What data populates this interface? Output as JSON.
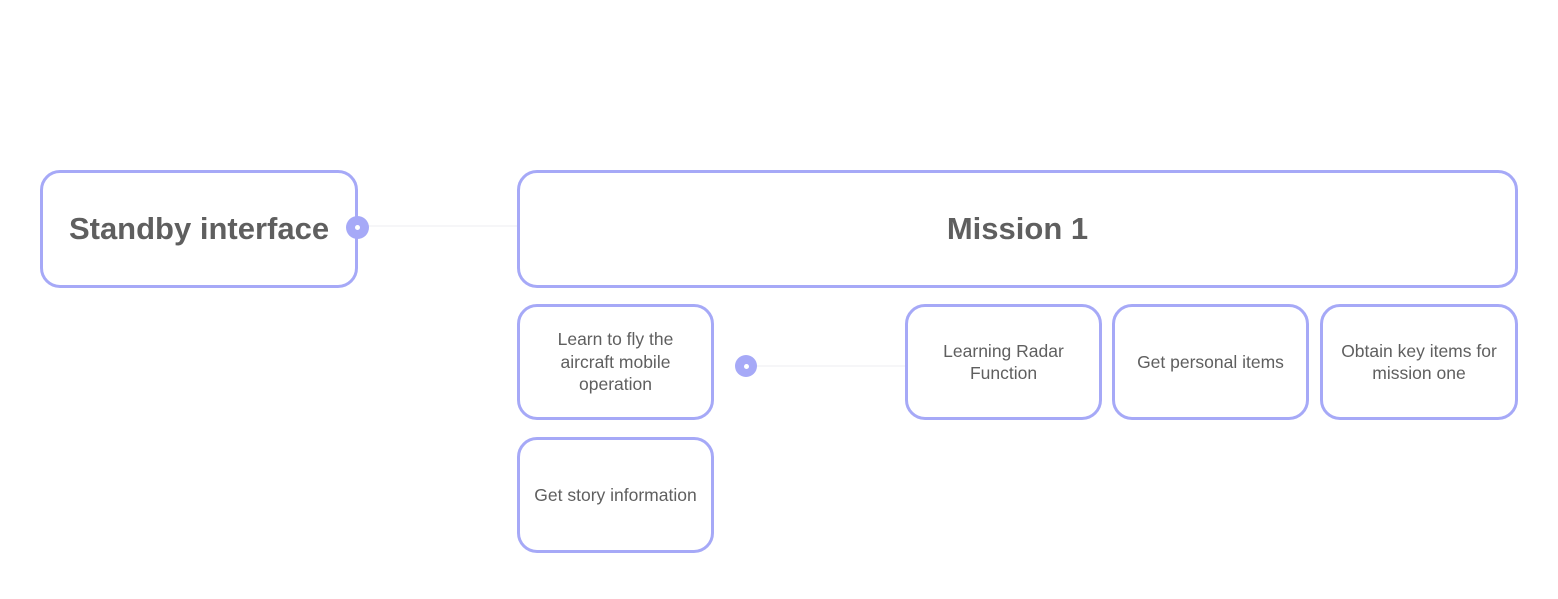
{
  "diagram": {
    "accent_color": "#a6a9f7",
    "text_color": "#5f5f5f",
    "nodes": {
      "standby": {
        "label": "Standby interface"
      },
      "mission": {
        "label": "Mission 1"
      },
      "learn_fly": {
        "label": "Learn to fly the aircraft mobile operation"
      },
      "story": {
        "label": "Get story information"
      },
      "radar": {
        "label": "Learning Radar Function"
      },
      "personal": {
        "label": "Get personal items"
      },
      "key_items": {
        "label": "Obtain key items for mission one"
      }
    },
    "edges": [
      {
        "from": "standby",
        "to": "mission"
      },
      {
        "from": "learn_fly",
        "to": "radar"
      }
    ]
  }
}
